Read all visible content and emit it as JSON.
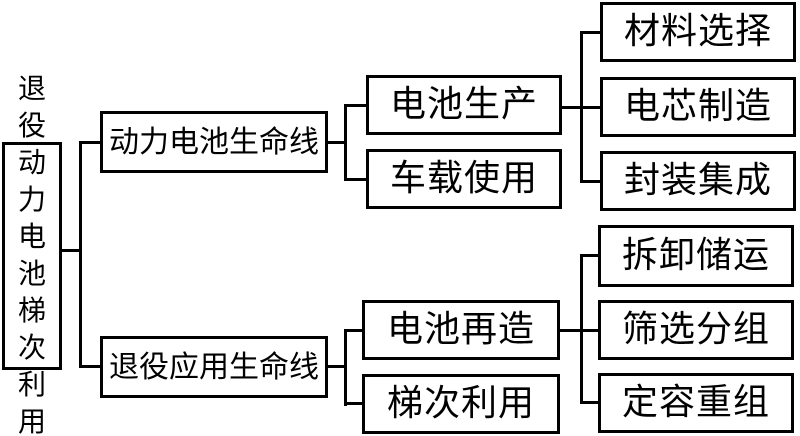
{
  "diagram": {
    "colors": {
      "line": "#000000",
      "text": "#000000",
      "background": "#ffffff"
    },
    "root": {
      "label": "退役动力电池梯次利用",
      "display_lines": "退役\n动力\n电池\n梯次\n利用"
    },
    "branches": [
      {
        "label": "动力电池生命线",
        "children": [
          {
            "label": "电池生产",
            "children": [
              {
                "label": "材料选择"
              },
              {
                "label": "电芯制造"
              },
              {
                "label": "封装集成"
              }
            ]
          },
          {
            "label": "车载使用",
            "children": []
          }
        ]
      },
      {
        "label": "退役应用生命线",
        "children": [
          {
            "label": "电池再造",
            "children": [
              {
                "label": "拆卸储运"
              },
              {
                "label": "筛选分组"
              },
              {
                "label": "定容重组"
              }
            ]
          },
          {
            "label": "梯次利用",
            "children": []
          }
        ]
      }
    ]
  }
}
